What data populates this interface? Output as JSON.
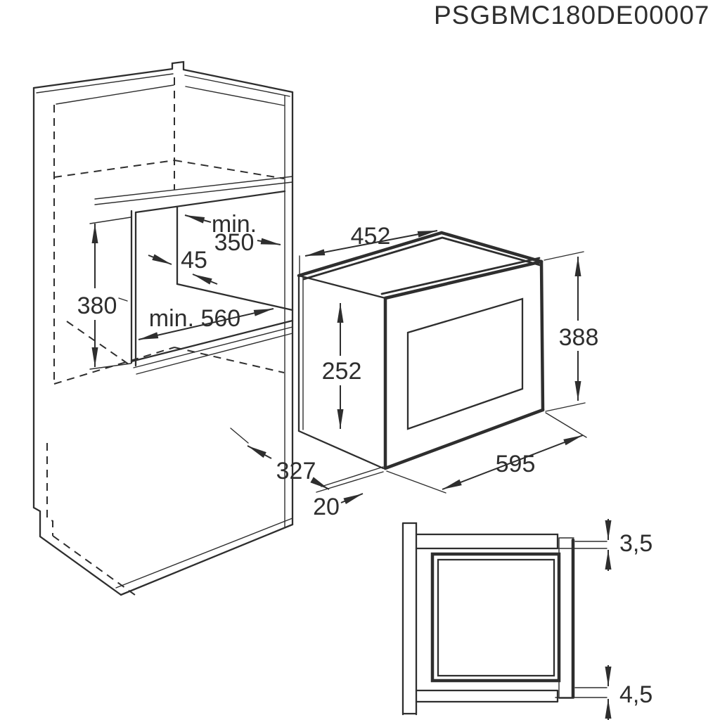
{
  "title": "PSGBMC180DE00007",
  "cabinet": {
    "niche_depth_prefix": "min.",
    "niche_depth_value": "350",
    "side_gap": "45",
    "niche_height": "380",
    "niche_width": "min. 560"
  },
  "microwave": {
    "body_width": "452",
    "body_height": "252",
    "front_height": "388",
    "front_width": "595",
    "depth": "327",
    "front_overhang": "20"
  },
  "section": {
    "top_gap": "3,5",
    "bottom_gap": "4,5"
  },
  "colors": {
    "line": "#2e2e2e",
    "background": "#ffffff"
  }
}
